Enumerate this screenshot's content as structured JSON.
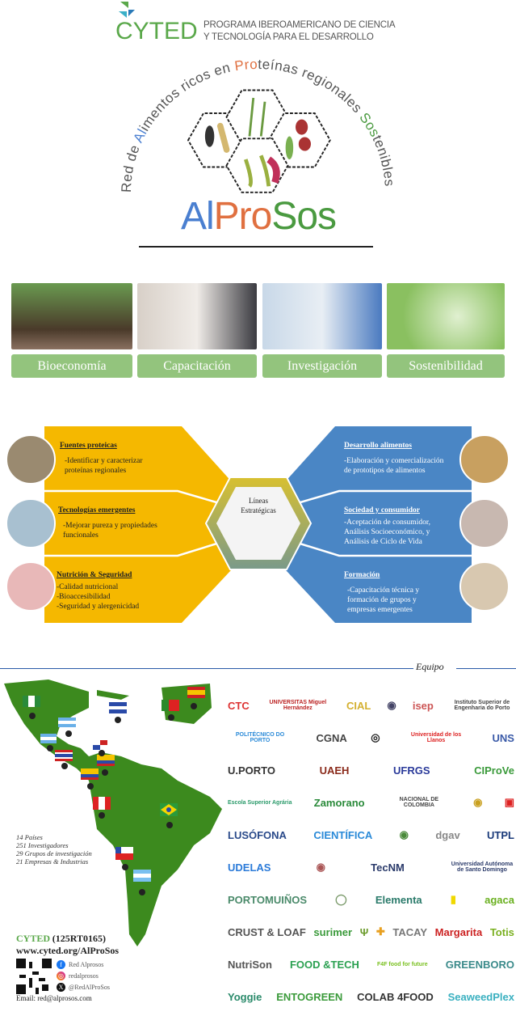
{
  "header": {
    "cyted_logo": "CYTED",
    "program_line1": "PROGRAMA IBEROAMERICANO DE CIENCIA",
    "program_line2": "Y TECNOLOGÍA PARA EL DESARROLLO"
  },
  "network": {
    "arc_parts": [
      "Red de ",
      "Al",
      "imentos ricos en ",
      "Pro",
      "teínas regionales ",
      "Sos",
      "tenibles"
    ],
    "acronym": [
      "Al",
      "Pro",
      "Sos"
    ],
    "colors": {
      "al": "#4a7fd0",
      "pro": "#e07040",
      "sos": "#4a9a40",
      "gray": "#555555"
    }
  },
  "pillars": [
    "Bioeconomía",
    "Capacitación",
    "Investigación",
    "Sostenibilidad"
  ],
  "strategic": {
    "center": [
      "Líneas",
      "Estratégicas"
    ],
    "left": [
      {
        "title": "Fuentes proteicas",
        "lines": [
          "-Identificar y caracterizar",
          "proteínas regionales"
        ]
      },
      {
        "title": "Tecnologías emergentes",
        "lines": [
          "-Mejorar pureza y propiedades",
          "funcionales"
        ]
      },
      {
        "title": "Nutrición & Seguridad",
        "lines": [
          "-Calidad nutricional",
          "-Bioaccesibilidad",
          "-Seguridad y alergenicidad"
        ]
      }
    ],
    "right": [
      {
        "title": "Desarrollo alimentos",
        "lines": [
          "-Elaboración y comercialización",
          "de prototipos de alimentos"
        ]
      },
      {
        "title": "Sociedad y consumidor",
        "lines": [
          "-Aceptación de consumidor,",
          "Análisis Socioeconómico, y",
          "Análisis de Ciclo de Vida"
        ]
      },
      {
        "title": "Formación",
        "lines": [
          "-Capacitación técnica y",
          "formación de grupos y",
          "empresas emergentes"
        ]
      }
    ],
    "colors": {
      "left": "#f5b800",
      "right": "#4a86c5"
    }
  },
  "team": {
    "heading": "Equipo",
    "stats": [
      "14 Países",
      "251 Investigadores",
      "29 Grupos de investigación",
      "21 Empresas & Industrias"
    ],
    "cyted": "CYTED",
    "code": "(125RT0165)",
    "url": "www.cyted.org/AlProSos",
    "facebook": "Red Alprosos",
    "instagram": "redalprosos",
    "x": "@RedAlProSos",
    "email": "Email: red@alprosos.com"
  },
  "logos": [
    [
      {
        "t": "CTC",
        "c": "#d33"
      },
      {
        "t": "UNIVERSITAS Miguel Hernández",
        "c": "#b22"
      },
      {
        "t": "CIAL",
        "c": "#d4b030"
      },
      {
        "t": "◉",
        "c": "#446"
      },
      {
        "t": "isep",
        "c": "#c55"
      },
      {
        "t": "Instituto Superior de Engenharia do Porto",
        "c": "#444"
      }
    ],
    [
      {
        "t": "POLITÉCNICO DO PORTO",
        "c": "#2a8ad8"
      },
      {
        "t": "CGNA",
        "c": "#444"
      },
      {
        "t": "◎",
        "c": "#222"
      },
      {
        "t": "Universidad de los Llanos",
        "c": "#d22"
      },
      {
        "t": "UNS",
        "c": "#3a5aa8"
      }
    ],
    [
      {
        "t": "U.PORTO",
        "c": "#333"
      },
      {
        "t": "UAEH",
        "c": "#8a2a1a"
      },
      {
        "t": "UFRGS",
        "c": "#2a3a9a"
      },
      {
        "t": "CIProVe",
        "c": "#3a9a3a"
      }
    ],
    [
      {
        "t": "Escola Superior Agrária",
        "c": "#2a9a6a"
      },
      {
        "t": "Zamorano",
        "c": "#2a8a3a"
      },
      {
        "t": "NACIONAL DE COLOMBIA",
        "c": "#444"
      },
      {
        "t": "◉",
        "c": "#c9a020"
      },
      {
        "t": "▣",
        "c": "#d22"
      }
    ],
    [
      {
        "t": "LUSÓFONA",
        "c": "#2a4a8a"
      },
      {
        "t": "CIENTÍFICA",
        "c": "#2a8ad8"
      },
      {
        "t": "◉",
        "c": "#4a8a3a"
      },
      {
        "t": "dgav",
        "c": "#888"
      },
      {
        "t": "UTPL",
        "c": "#1a3a7a"
      }
    ],
    [
      {
        "t": "UDELAS",
        "c": "#2a7ad8"
      },
      {
        "t": "◉",
        "c": "#a55"
      },
      {
        "t": "TecNM",
        "c": "#2a3a6a"
      },
      {
        "t": "Universidad Autónoma de Santo Domingo",
        "c": "#2a3a6a"
      }
    ],
    [
      {
        "t": "PORTOMUIÑOS",
        "c": "#4a8a6a"
      },
      {
        "t": "◯",
        "c": "#7a9a6a"
      },
      {
        "t": "Elementa",
        "c": "#2a7a6a"
      },
      {
        "t": "▮",
        "c": "#f0d800"
      },
      {
        "t": "agaca",
        "c": "#6ab020"
      }
    ],
    [
      {
        "t": "CRUST & LOAF",
        "c": "#555"
      },
      {
        "t": "surimer",
        "c": "#3a9a3a"
      },
      {
        "t": "Ψ",
        "c": "#6a9a2a"
      },
      {
        "t": "✚",
        "c": "#e8a020"
      },
      {
        "t": "TACAY",
        "c": "#777"
      },
      {
        "t": "Margarita",
        "c": "#c22"
      },
      {
        "t": "Totis",
        "c": "#7ab020"
      }
    ],
    [
      {
        "t": "NutriSon",
        "c": "#555"
      },
      {
        "t": "FOOD &TECH",
        "c": "#2aa050"
      },
      {
        "t": "F4F food for future",
        "c": "#7ac020"
      },
      {
        "t": "GREENBORO",
        "c": "#3a8a8a"
      }
    ],
    [
      {
        "t": "Yoggie",
        "c": "#2a8a6a"
      },
      {
        "t": "ENTOGREEN",
        "c": "#3a9a3a"
      },
      {
        "t": "COLAB 4FOOD",
        "c": "#333"
      },
      {
        "t": "SeaweedPlex",
        "c": "#3ab0c0"
      }
    ]
  ]
}
